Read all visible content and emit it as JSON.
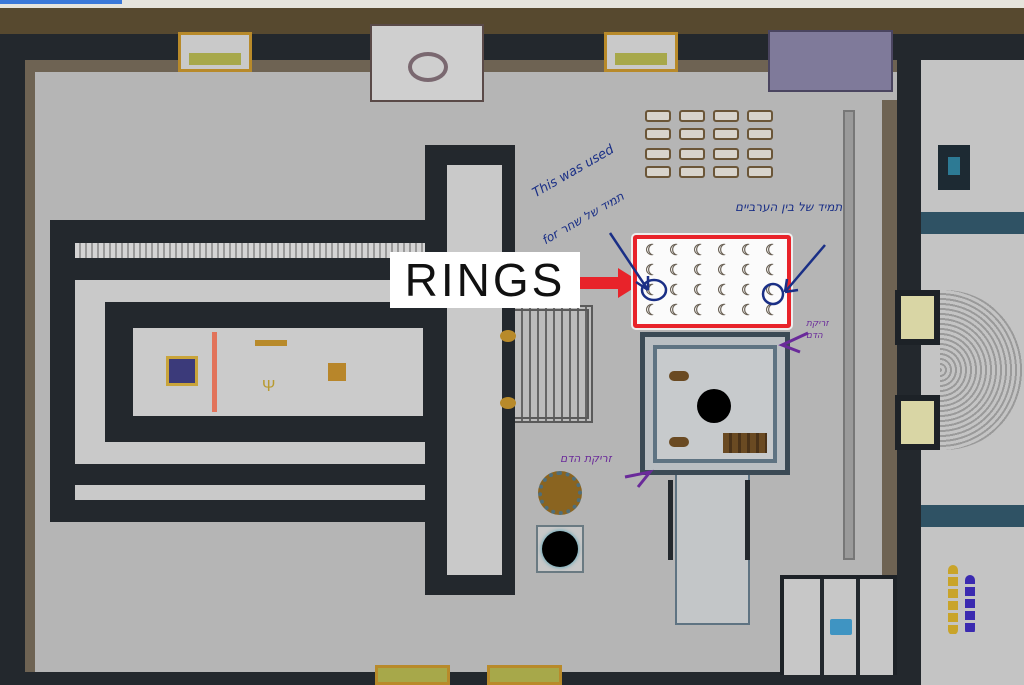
{
  "diagram": {
    "label": "RINGS",
    "rings_grid": {
      "rows": 4,
      "cols": 6,
      "glyph": "☾"
    },
    "annotations": {
      "left_note_english": "This was used",
      "left_note_line2": "for תמיד של שחר",
      "right_note": "תמיד של בין הערביים",
      "blood_note_top": "זריקת הדם",
      "blood_note_bottom": "זריקת הדם"
    },
    "colors": {
      "label_arrow": "#e8232a",
      "rings_border": "#e8232a",
      "blue_ink": "#1a2f86",
      "purple_ink": "#6a2a9a",
      "walls": "#23282d",
      "floor": "#b5b5b5"
    }
  }
}
